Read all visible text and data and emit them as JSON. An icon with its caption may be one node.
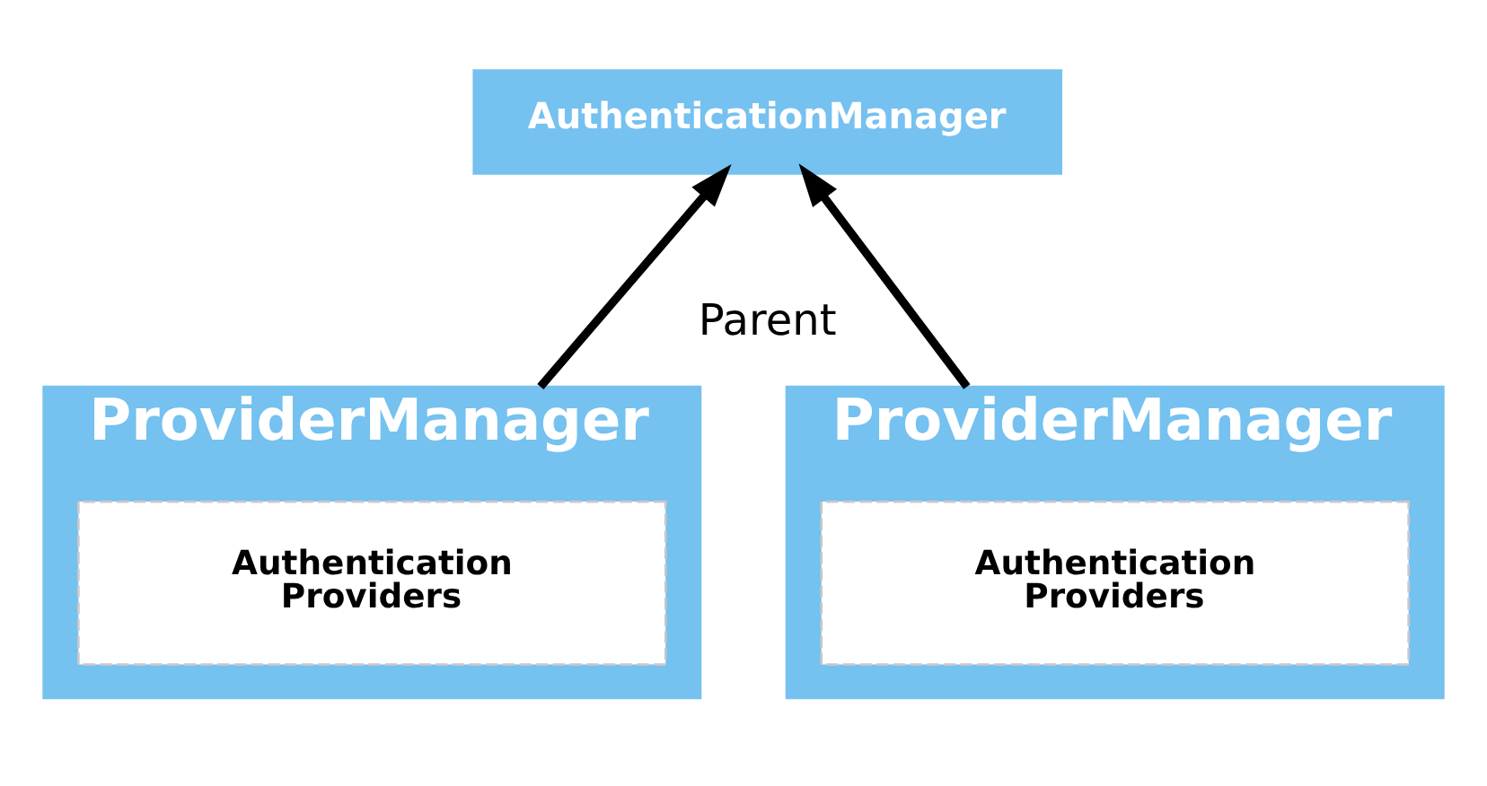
{
  "diagram": {
    "nodes": [
      {
        "text": [
          "AuthenticationManager"
        ]
      },
      {
        "text": [
          "ProviderManager"
        ]
      },
      {
        "text": [
          "Authentication Providers"
        ],
        "in": 1
      },
      {
        "text": [
          "ProviderManager"
        ]
      },
      {
        "text": [
          "Authentication Providers"
        ],
        "in": 3
      }
    ],
    "edges": [
      {
        "from": 1,
        "to": 0,
        "arrow": "to"
      },
      {
        "from": 3,
        "to": 0,
        "arrow": "to"
      }
    ],
    "labels": [
      "Parent"
    ]
  }
}
